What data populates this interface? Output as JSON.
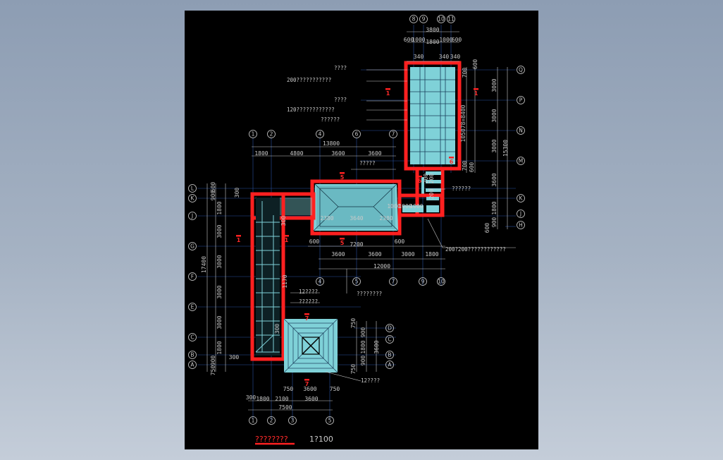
{
  "drawing": {
    "title": "????????",
    "scale": "1?100",
    "colors": {
      "wall": "#ff2020",
      "roof": "#7fd1d8",
      "line": "#c9c9c9",
      "bubble": "#d0d0d0",
      "background": "#000000"
    },
    "axes_top": [
      "8",
      "9",
      "10",
      "11"
    ],
    "axes_mid_top": [
      "1",
      "2",
      "4",
      "6",
      "7"
    ],
    "axes_mid_bottom": [
      "4",
      "5",
      "7",
      "9",
      "10"
    ],
    "axes_bottom": [
      "1",
      "2",
      "3",
      "5"
    ],
    "axes_left": [
      "L",
      "K",
      "J",
      "G",
      "F",
      "E",
      "C",
      "B",
      "A"
    ],
    "axes_right_upper": [
      "Q",
      "P",
      "N",
      "M",
      "K",
      "J",
      "H"
    ],
    "axes_right_lower": [
      "D",
      "C",
      "B",
      "A"
    ],
    "dims_top": [
      "3800",
      "600",
      "1000",
      "1800",
      "1000",
      "600",
      "340",
      "340",
      "340"
    ],
    "dims_mid_top": [
      "13800",
      "1800",
      "4800",
      "3600",
      "3600"
    ],
    "dims_mid_bottom": [
      "600",
      "7200",
      "600",
      "3600",
      "3600",
      "3000",
      "1800",
      "12000"
    ],
    "dims_bottom": [
      "750",
      "3600",
      "750",
      "300",
      "1800",
      "2100",
      "3600",
      "7500"
    ],
    "dims_left": [
      "600",
      "900",
      "1800",
      "3000",
      "3000",
      "3000",
      "3000",
      "1800",
      "900",
      "750",
      "17400",
      "300"
    ],
    "dims_right_upper": [
      "600",
      "700",
      "3000",
      "3000",
      "3000",
      "700",
      "600",
      "3600",
      "1800",
      "900",
      "600",
      "15300",
      "105078=8400"
    ],
    "dims_right_lower": [
      "750",
      "900",
      "1800",
      "900",
      "750",
      "3600"
    ],
    "dims_inner": [
      "2380",
      "3640",
      "2380",
      "1000",
      "1000",
      "1000",
      "200",
      "200",
      "200",
      "1170",
      "300",
      "300",
      "300"
    ],
    "notes": [
      "????",
      "200???????????",
      "????",
      "120????????????",
      "??????",
      "?????",
      "??????",
      "200?200????????????",
      "12????",
      "??????",
      "????????",
      "12????"
    ],
    "section_marks": [
      "1",
      "1",
      "1",
      "1",
      "5",
      "5",
      "7",
      "7",
      "6",
      "6"
    ]
  }
}
